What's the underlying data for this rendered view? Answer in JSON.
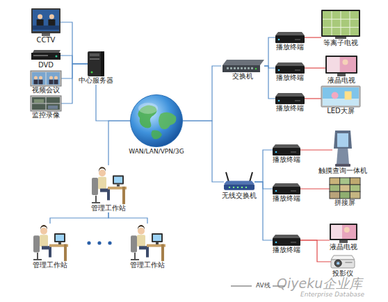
{
  "diagram": {
    "nodes": [
      {
        "text": [
          "CCTV"
        ]
      },
      {
        "text": [
          "DVD"
        ]
      },
      {
        "text": [
          "视频会议"
        ]
      },
      {
        "text": [
          "监控录像"
        ]
      },
      {
        "text": [
          "中心服务器"
        ]
      },
      {
        "text": [
          "WAN/LAN/VPN/3G"
        ]
      },
      {
        "text": [
          "交换机"
        ]
      },
      {
        "text": [
          "播放终端"
        ]
      },
      {
        "text": [
          "等离子电视"
        ]
      },
      {
        "text": [
          "播放终端"
        ]
      },
      {
        "text": [
          "液晶电视"
        ]
      },
      {
        "text": [
          "播放终端"
        ]
      },
      {
        "text": [
          "LED大屏"
        ]
      },
      {
        "text": [
          "管理工作站"
        ]
      },
      {
        "text": [
          "无线交换机"
        ]
      },
      {
        "text": [
          "播放终端"
        ]
      },
      {
        "text": [
          "触摸查询一体机"
        ]
      },
      {
        "text": [
          "播放终端"
        ]
      },
      {
        "text": [
          "拼接屏"
        ]
      },
      {
        "text": [
          "管理工作站"
        ]
      },
      {
        "text": [
          "管理工作站"
        ]
      },
      {
        "text": [
          "播放终端"
        ]
      },
      {
        "text": [
          "液晶电视"
        ]
      },
      {
        "text": [
          "投影仪"
        ]
      }
    ],
    "edges": [
      {
        "from": 0,
        "to": 4,
        "arrow": "none"
      },
      {
        "from": 1,
        "to": 4,
        "arrow": "none"
      },
      {
        "from": 2,
        "to": 4,
        "arrow": "none"
      },
      {
        "from": 3,
        "to": 4,
        "arrow": "none"
      },
      {
        "from": 4,
        "to": 5,
        "arrow": "none"
      },
      {
        "from": 5,
        "to": 6,
        "arrow": "none"
      },
      {
        "from": 5,
        "to": 14,
        "arrow": "none"
      },
      {
        "from": 5,
        "to": 13,
        "arrow": "none"
      },
      {
        "from": 13,
        "to": 19,
        "arrow": "none"
      },
      {
        "from": 13,
        "to": 20,
        "arrow": "none"
      },
      {
        "from": 6,
        "to": 7,
        "arrow": "none"
      },
      {
        "from": 6,
        "to": 9,
        "arrow": "none"
      },
      {
        "from": 6,
        "to": 11,
        "arrow": "none"
      },
      {
        "from": 7,
        "to": 8,
        "arrow": "none"
      },
      {
        "from": 9,
        "to": 10,
        "arrow": "none"
      },
      {
        "from": 11,
        "to": 12,
        "arrow": "none"
      },
      {
        "from": 14,
        "to": 15,
        "arrow": "none"
      },
      {
        "from": 14,
        "to": 17,
        "arrow": "none"
      },
      {
        "from": 14,
        "to": 21,
        "arrow": "none"
      },
      {
        "from": 15,
        "to": 16,
        "arrow": "none"
      },
      {
        "from": 17,
        "to": 18,
        "arrow": "none"
      },
      {
        "from": 21,
        "to": 22,
        "arrow": "none"
      },
      {
        "from": 21,
        "to": 23,
        "arrow": "none"
      }
    ],
    "labels": [
      "Qiyeku企业库",
      "Enterprise Database"
    ],
    "legend": [
      {
        "text": "AV线"
      }
    ]
  }
}
